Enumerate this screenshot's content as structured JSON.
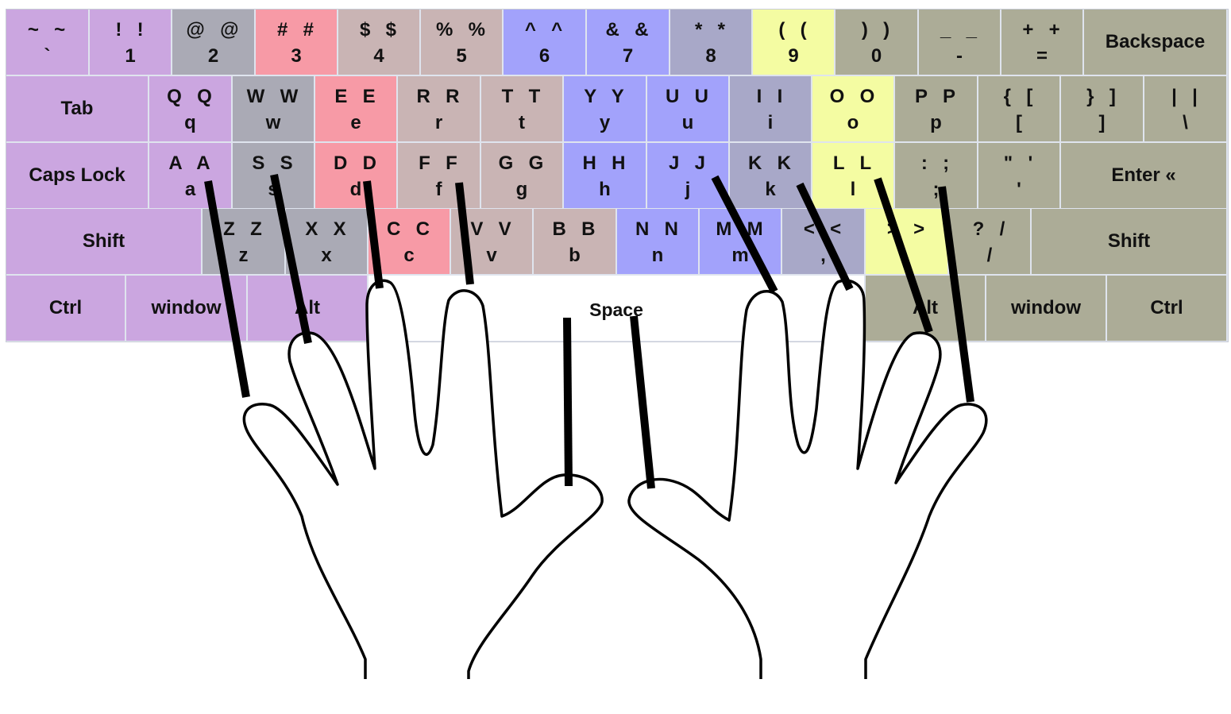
{
  "colors": {
    "pinky_left": "#cba6e0",
    "ring_left": "#aaaab5",
    "middle_left": "#f79aa6",
    "index_left": "#c9b4b4",
    "index_right": "#a2a2fb",
    "middle_right": "#a8a8c8",
    "ring_right": "#f4fca2",
    "pinky_right": "#acac97",
    "space": "#ffffff"
  },
  "rows": [
    [
      {
        "top": "~  ~",
        "bottom": "`",
        "finger": "pinky_left"
      },
      {
        "top": "!  !",
        "bottom": "1",
        "finger": "pinky_left"
      },
      {
        "top": "@  @",
        "bottom": "2",
        "finger": "ring_left"
      },
      {
        "top": "#  #",
        "bottom": "3",
        "finger": "middle_left"
      },
      {
        "top": "$  $",
        "bottom": "4",
        "finger": "index_left"
      },
      {
        "top": "%  %",
        "bottom": "5",
        "finger": "index_left"
      },
      {
        "top": "^  ^",
        "bottom": "6",
        "finger": "index_right"
      },
      {
        "top": "&  &",
        "bottom": "7",
        "finger": "index_right"
      },
      {
        "top": "*  *",
        "bottom": "8",
        "finger": "middle_right"
      },
      {
        "top": "(  (",
        "bottom": "9",
        "finger": "ring_right"
      },
      {
        "top": ")  )",
        "bottom": "0",
        "finger": "pinky_right"
      },
      {
        "top": "_  _",
        "bottom": "-",
        "finger": "pinky_right"
      },
      {
        "top": "+  +",
        "bottom": "=",
        "finger": "pinky_right"
      },
      {
        "label": "Backspace",
        "finger": "pinky_right"
      }
    ],
    [
      {
        "label": "Tab",
        "finger": "pinky_left"
      },
      {
        "top": "Q  Q",
        "bottom": "q",
        "finger": "pinky_left"
      },
      {
        "top": "W  W",
        "bottom": "w",
        "finger": "ring_left"
      },
      {
        "top": "E  E",
        "bottom": "e",
        "finger": "middle_left"
      },
      {
        "top": "R  R",
        "bottom": "r",
        "finger": "index_left"
      },
      {
        "top": "T  T",
        "bottom": "t",
        "finger": "index_left"
      },
      {
        "top": "Y  Y",
        "bottom": "y",
        "finger": "index_right"
      },
      {
        "top": "U  U",
        "bottom": "u",
        "finger": "index_right"
      },
      {
        "top": "I  I",
        "bottom": "i",
        "finger": "middle_right"
      },
      {
        "top": "O  O",
        "bottom": "o",
        "finger": "ring_right"
      },
      {
        "top": "P  P",
        "bottom": "p",
        "finger": "pinky_right"
      },
      {
        "top": "{  [",
        "bottom": "[",
        "finger": "pinky_right"
      },
      {
        "top": "}  ]",
        "bottom": "]",
        "finger": "pinky_right"
      },
      {
        "top": "|  |",
        "bottom": "\\",
        "finger": "pinky_right"
      }
    ],
    [
      {
        "label": "Caps Lock",
        "finger": "pinky_left"
      },
      {
        "top": "A  A",
        "bottom": "a",
        "finger": "pinky_left"
      },
      {
        "top": "S  S",
        "bottom": "s",
        "finger": "ring_left"
      },
      {
        "top": "D  D",
        "bottom": "d",
        "finger": "middle_left"
      },
      {
        "top": "F  F",
        "bottom": "f",
        "finger": "index_left"
      },
      {
        "top": "G  G",
        "bottom": "g",
        "finger": "index_left"
      },
      {
        "top": "H  H",
        "bottom": "h",
        "finger": "index_right"
      },
      {
        "top": "J  J",
        "bottom": "j",
        "finger": "index_right"
      },
      {
        "top": "K  K",
        "bottom": "k",
        "finger": "middle_right"
      },
      {
        "top": "L  L",
        "bottom": "l",
        "finger": "ring_right"
      },
      {
        "top": ":  ;",
        "bottom": ";",
        "finger": "pinky_right"
      },
      {
        "top": "\"  '",
        "bottom": "'",
        "finger": "pinky_right"
      },
      {
        "label": "Enter «",
        "finger": "pinky_right"
      }
    ],
    [
      {
        "label": "Shift",
        "finger": "pinky_left"
      },
      {
        "top": "Z  Z",
        "bottom": "z",
        "finger": "ring_left"
      },
      {
        "top": "X  X",
        "bottom": "x",
        "finger": "ring_left"
      },
      {
        "top": "C  C",
        "bottom": "c",
        "finger": "middle_left"
      },
      {
        "top": "V  V",
        "bottom": "v",
        "finger": "index_left"
      },
      {
        "top": "B  B",
        "bottom": "b",
        "finger": "index_left"
      },
      {
        "top": "N  N",
        "bottom": "n",
        "finger": "index_right"
      },
      {
        "top": "M  M",
        "bottom": "m",
        "finger": "index_right"
      },
      {
        "top": "<  <",
        "bottom": ",",
        "finger": "middle_right"
      },
      {
        "top": ">  >",
        "bottom": ".",
        "finger": "ring_right"
      },
      {
        "top": "?  /",
        "bottom": "/",
        "finger": "pinky_right"
      },
      {
        "label": "Shift",
        "finger": "pinky_right"
      }
    ],
    [
      {
        "label": "Ctrl",
        "finger": "pinky_left"
      },
      {
        "label": "window",
        "finger": "pinky_left"
      },
      {
        "label": "Alt",
        "finger": "pinky_left"
      },
      {
        "label": "Space",
        "finger": "space"
      },
      {
        "label": "Alt",
        "finger": "pinky_right"
      },
      {
        "label": "window",
        "finger": "pinky_right"
      },
      {
        "label": "Ctrl",
        "finger": "pinky_right"
      }
    ]
  ]
}
